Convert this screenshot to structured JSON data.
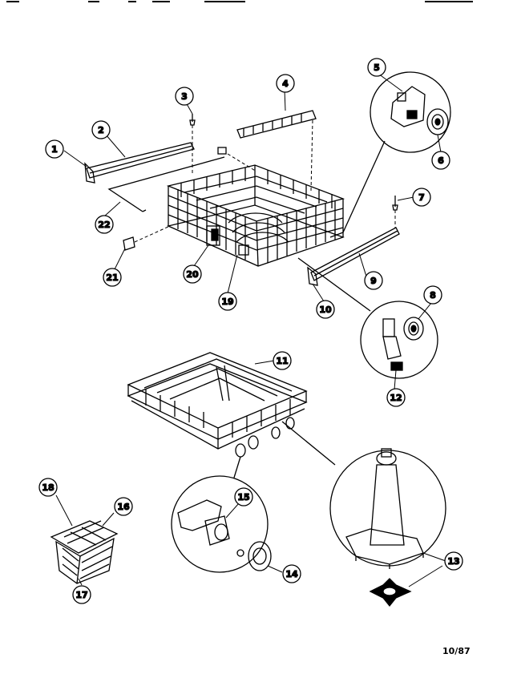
{
  "diagram": {
    "callouts": [
      "1",
      "2",
      "3",
      "4",
      "5",
      "6",
      "7",
      "8",
      "9",
      "10",
      "11",
      "12",
      "13",
      "14",
      "15",
      "16",
      "17",
      "18",
      "19",
      "20",
      "21",
      "22"
    ],
    "date": "10/87"
  }
}
